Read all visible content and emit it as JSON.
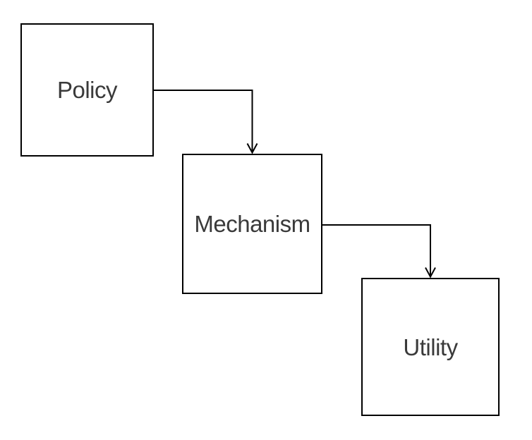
{
  "diagram": {
    "background_color": "#ffffff",
    "stroke_color": "#000000",
    "text_color": "#3a3a3a",
    "nodes": [
      {
        "id": "policy",
        "label": "Policy"
      },
      {
        "id": "mechanism",
        "label": "Mechanism"
      },
      {
        "id": "utility",
        "label": "Utility"
      }
    ],
    "edges": [
      {
        "from": "policy",
        "to": "mechanism",
        "style": "elbow",
        "arrowhead": "open-v"
      },
      {
        "from": "mechanism",
        "to": "utility",
        "style": "elbow",
        "arrowhead": "open-v"
      }
    ]
  }
}
